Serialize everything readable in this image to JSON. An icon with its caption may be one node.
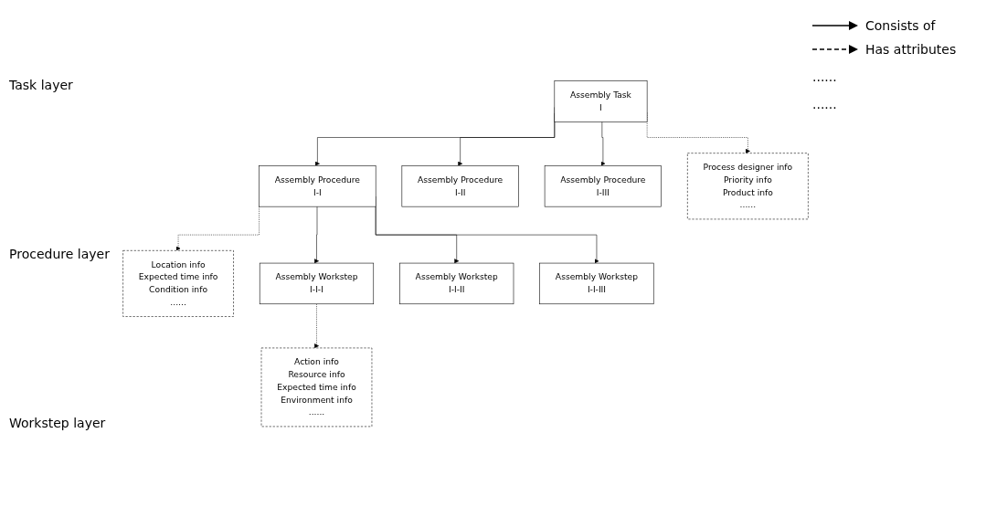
{
  "diagram": {
    "nodes": [
      {
        "text": [
          "Assembly Task",
          "I"
        ]
      },
      {
        "text": [
          "Process designer info",
          "Priority info",
          "Product info",
          "......"
        ]
      },
      {
        "text": [
          "Assembly Procedure",
          "I-I"
        ]
      },
      {
        "text": [
          "Location info",
          "Expected time info",
          "Condition info",
          "......"
        ]
      },
      {
        "text": [
          "Assembly Procedure",
          "I-II"
        ]
      },
      {
        "text": [
          "Assembly Procedure",
          "I-III"
        ]
      },
      {
        "text": [
          "Assembly Workstep",
          "I-I-I"
        ]
      },
      {
        "text": [
          "Action info",
          "Resource info",
          "Expected time info",
          "Environment info",
          "......"
        ]
      },
      {
        "text": [
          "Assembly Workstep",
          "I-I-II"
        ]
      },
      {
        "text": [
          "Assembly Workstep",
          "I-I-III"
        ]
      }
    ],
    "edges": [
      {
        "from": 0,
        "to": 1,
        "arrow": "to",
        "style": "dashed"
      },
      {
        "from": 0,
        "to": 2,
        "arrow": "to"
      },
      {
        "from": 0,
        "to": 4,
        "arrow": "to"
      },
      {
        "from": 0,
        "to": 5,
        "arrow": "to"
      },
      {
        "from": 2,
        "to": 3,
        "arrow": "to",
        "style": "dashed"
      },
      {
        "from": 2,
        "to": 6,
        "arrow": "to"
      },
      {
        "from": 2,
        "to": 8,
        "arrow": "to"
      },
      {
        "from": 2,
        "to": 9,
        "arrow": "to"
      },
      {
        "from": 6,
        "to": 7,
        "arrow": "to",
        "style": "dashed"
      }
    ],
    "labels": [
      "Task layer",
      "Procedure layer",
      "......",
      "Workstep layer",
      "......"
    ],
    "legend": [
      {
        "text": "Consists of"
      },
      {
        "text": "Has attributes"
      }
    ]
  }
}
